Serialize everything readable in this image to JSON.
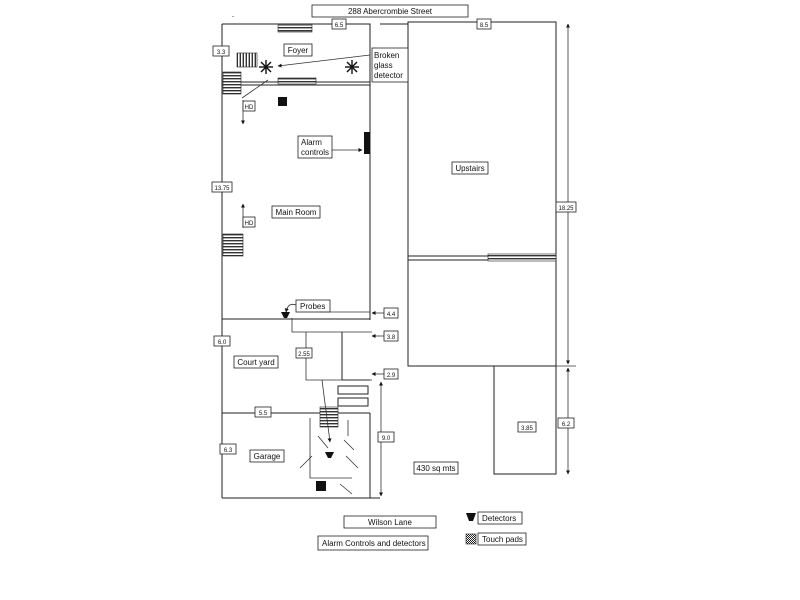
{
  "street_top": "288 Abercrombie Street",
  "street_bottom": "Wilson Lane",
  "rooms": {
    "foyer": "Foyer",
    "main_room": "Main Room",
    "courtyard": "Court yard",
    "garage": "Garage",
    "upstairs": "Upstairs"
  },
  "annotations": {
    "broken_glass": [
      "Broken",
      "glass",
      "detector"
    ],
    "alarm_controls": [
      "Alarm",
      "controls"
    ],
    "probes": "Probes",
    "area": "430 sq mts",
    "hd_top": "HD",
    "hd_mid": "HD"
  },
  "dimensions": {
    "top_left": "6.5",
    "top_right": "8.5",
    "foyer_side": "3.3",
    "main_side": "13.75",
    "right_total": "18.25",
    "d44": "4.4",
    "d38": "3.8",
    "court_side": "6.0",
    "court_mid": "2.55",
    "d29": "2.9",
    "d55": "5.5",
    "garage_side": "6.3",
    "lane_height": "9.0",
    "small_room": "3.85",
    "right_lower": "6.2"
  },
  "legend": {
    "title": "Alarm Controls and detectors",
    "detectors": "Detectors",
    "touch_pads": "Touch pads"
  }
}
